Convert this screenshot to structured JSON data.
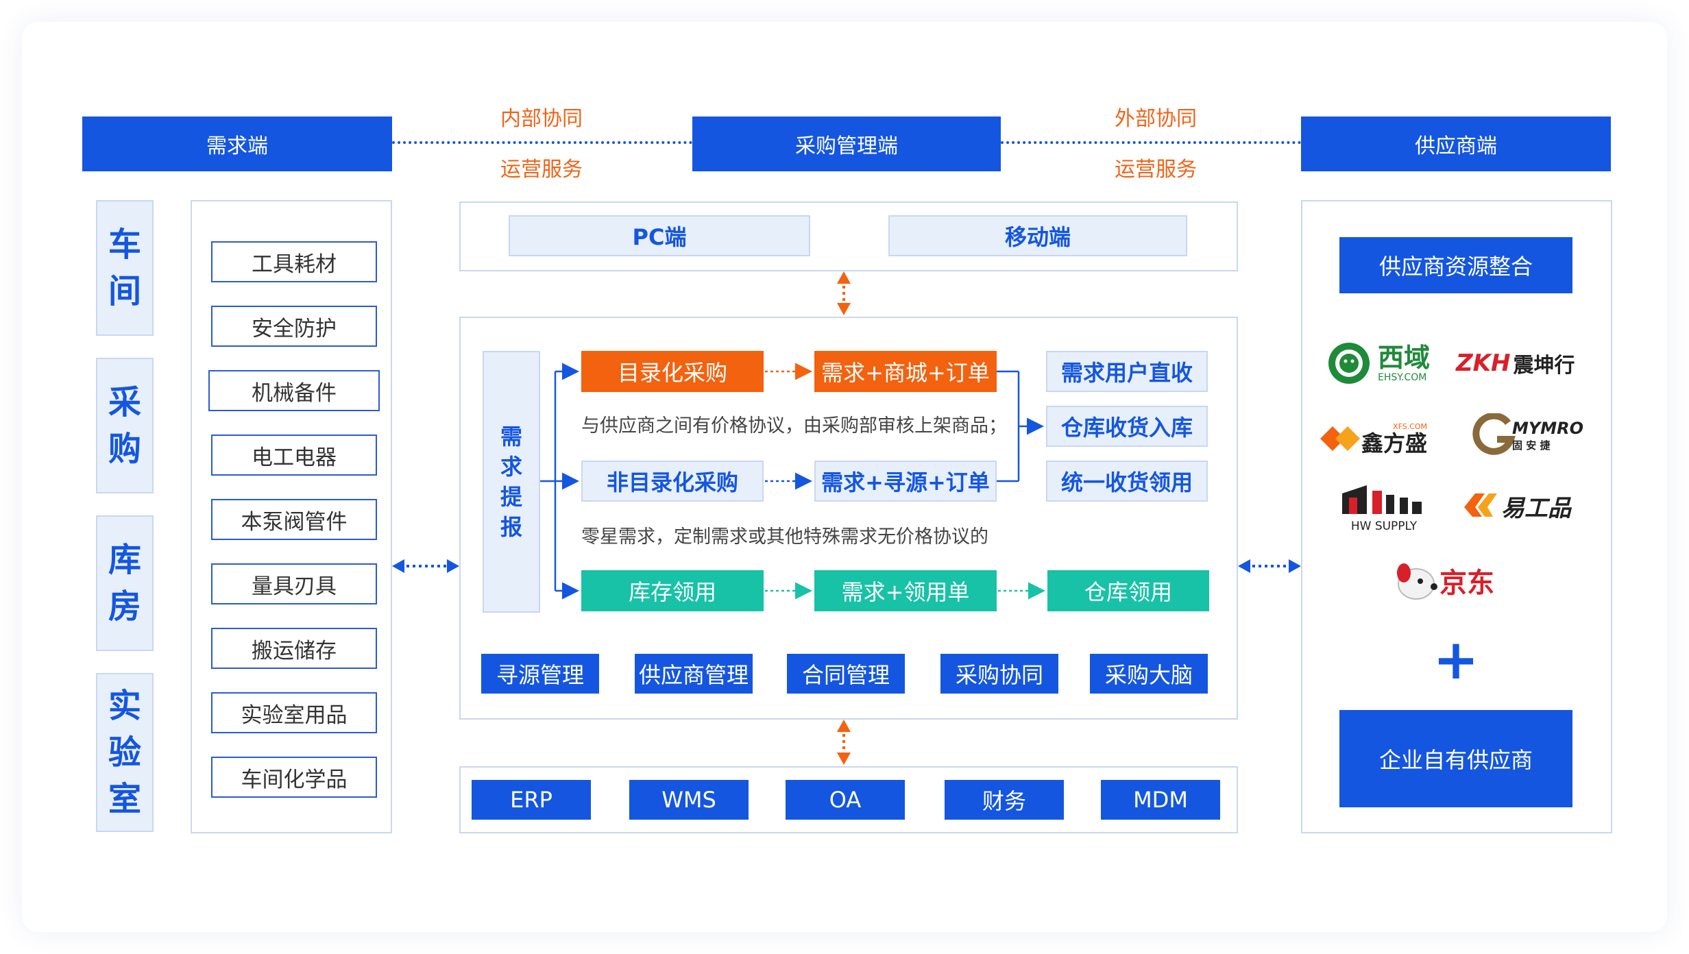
{
  "headers": {
    "demand": "需求端",
    "procurement": "采购管理端",
    "supplier": "供应商端"
  },
  "links": {
    "internal_top": "内部协同",
    "internal_bottom": "运营服务",
    "external_top": "外部协同",
    "external_bottom": "运营服务"
  },
  "demand_side": {
    "departments": [
      {
        "chars": [
          "车",
          "间"
        ]
      },
      {
        "chars": [
          "采",
          "购"
        ]
      },
      {
        "chars": [
          "库",
          "房"
        ]
      },
      {
        "chars": [
          "实",
          "验",
          "室"
        ]
      }
    ],
    "categories": [
      "工具耗材",
      "安全防护",
      "机械备件",
      "电工电器",
      "本泵阀管件",
      "量具刃具",
      "搬运储存",
      "实验室用品",
      "车间化学品"
    ]
  },
  "procurement": {
    "terminals": [
      "PC端",
      "移动端"
    ],
    "demand_report": [
      "需",
      "求",
      "提",
      "报"
    ],
    "flows": {
      "catalog": "目录化采购",
      "catalog_order": "需求+商城+订单",
      "catalog_desc": "与供应商之间有价格协议，由采购部审核上架商品；",
      "noncatalog": "非目录化采购",
      "noncatalog_order": "需求+寻源+订单",
      "noncatalog_desc": "零星需求，定制需求或其他特殊需求无价格协议的",
      "stock": "库存领用",
      "stock_order": "需求+领用单",
      "stock_result": "仓库领用"
    },
    "receipts": [
      "需求用户直收",
      "仓库收货入库",
      "统一收货领用"
    ],
    "modules": [
      "寻源管理",
      "供应商管理",
      "合同管理",
      "采购协同",
      "采购大脑"
    ],
    "systems": [
      "ERP",
      "WMS",
      "OA",
      "财务",
      "MDM"
    ]
  },
  "supplier_side": {
    "integration": "供应商资源整合",
    "logos": {
      "ehsy_cn": "西域",
      "ehsy_en": "EHSY.COM",
      "zkh_en": "ZKH",
      "zkh_cn": "震坤行",
      "xfs_cn": "鑫方盛",
      "xfs_en": "XFS.COM",
      "mymro_en": "MYMRO",
      "mymro_cn": "固 安 捷",
      "hw_en": "HW SUPPLY",
      "ygp_cn": "易工品",
      "jd_cn": "京东"
    },
    "plus": "+",
    "own_suppliers": "企业自有供应商"
  },
  "colors": {
    "primary_blue": "#1456e0",
    "orange": "#f3620f",
    "teal": "#18c2a6",
    "light_blue": "#e7effb"
  }
}
